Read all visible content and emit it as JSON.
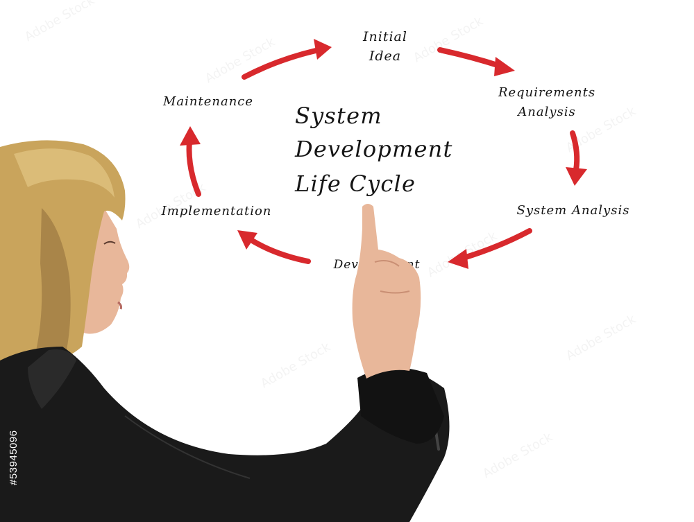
{
  "diagram": {
    "title_lines": [
      "System",
      "Development",
      "Life Cycle"
    ],
    "steps": [
      {
        "lines": [
          "Initial",
          "Idea"
        ]
      },
      {
        "lines": [
          "Requirements",
          "Analysis"
        ]
      },
      {
        "lines": [
          "System Analysis"
        ]
      },
      {
        "lines": [
          "Development"
        ]
      },
      {
        "lines": [
          "Implementation"
        ]
      },
      {
        "lines": [
          "Maintenance"
        ]
      }
    ],
    "arrow_color": "#d8292d"
  },
  "stock": {
    "id": "#53945096",
    "watermark": "Adobe Stock"
  },
  "photo": {
    "subject": "businesswoman-pointing",
    "hair_color": "#c9a45c",
    "jacket_color": "#1a1a1a",
    "skin_color": "#e8b79a"
  }
}
